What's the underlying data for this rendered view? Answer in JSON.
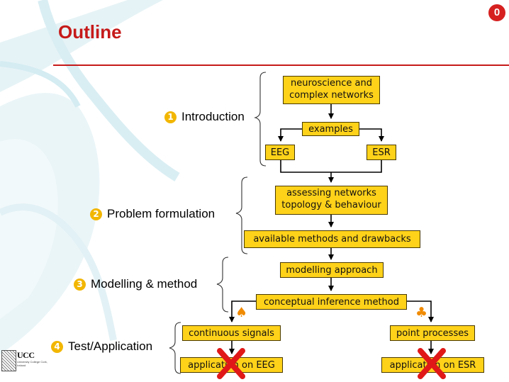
{
  "page": {
    "number": "0"
  },
  "header": {
    "title": "Outline"
  },
  "sections": [
    {
      "num": "1",
      "label": "Introduction"
    },
    {
      "num": "2",
      "label": "Problem formulation"
    },
    {
      "num": "3",
      "label": "Modelling & method"
    },
    {
      "num": "4",
      "label": "Test/Application"
    }
  ],
  "boxes": {
    "neuro_line1": "neuroscience and",
    "neuro_line2": "complex networks",
    "examples": "examples",
    "eeg": "EEG",
    "esr": "ESR",
    "assess_line1": "assessing networks",
    "assess_line2": "topology & behaviour",
    "available": "available methods and drawbacks",
    "modelling": "modelling approach",
    "conceptual": "conceptual inference method",
    "continuous": "continuous signals",
    "point": "point processes",
    "app_eeg": "application on EEG",
    "app_esr": "application on ESR"
  },
  "symbols": {
    "spade": "♠",
    "club": "♣",
    "cross": "✕"
  },
  "logo": {
    "name": "UCC",
    "sub": "University College Cork, Ireland"
  },
  "colors": {
    "accent": "#c61a1a",
    "box": "#ffd21a",
    "suit": "#f08a00",
    "cross": "#e01818",
    "bullet": "#f2b600"
  }
}
